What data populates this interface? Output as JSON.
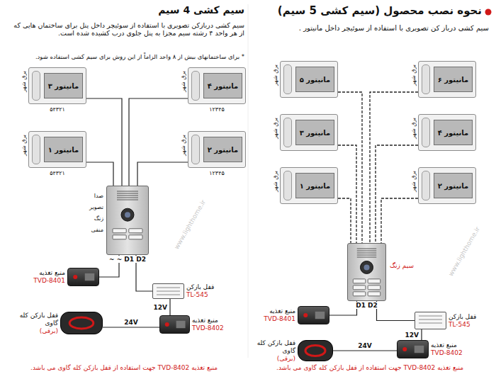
{
  "diagram": {
    "title": "نحوه نصب محصول (سیم کشی 5 سیم)",
    "nodes": [
      {
        "text": [
          "مانیتور ۶",
          "برق شهر"
        ]
      },
      {
        "text": [
          "مانیتور ۵",
          "برق شهر"
        ]
      },
      {
        "text": [
          "مانیتور ۴",
          "برق شهر"
        ]
      },
      {
        "text": [
          "مانیتور ۳",
          "برق شهر"
        ]
      },
      {
        "text": [
          "مانیتور ۲",
          "برق شهر"
        ]
      },
      {
        "text": [
          "مانیتور ۱",
          "برق شهر"
        ]
      },
      {
        "text": [
          "D1 D2"
        ]
      },
      {
        "text": [
          "منبع تغذیه",
          "TVD-8401"
        ]
      },
      {
        "text": [
          "قفل بازکن",
          "TL-545"
        ]
      },
      {
        "text": [
          "قفل بازکن کله گاوی",
          "(برقی)"
        ]
      },
      {
        "text": [
          "منبع تغذیه",
          "TVD-8402"
        ]
      },
      {
        "text": [
          "مانیتور ۴",
          "برق شهر"
        ]
      },
      {
        "text": [
          "مانیتور ۳",
          "برق شهر"
        ]
      },
      {
        "text": [
          "مانیتور ۲",
          "برق شهر"
        ]
      },
      {
        "text": [
          "مانیتور ۱",
          "برق شهر"
        ]
      },
      {
        "text": [
          "~ ~ D1 D2"
        ]
      },
      {
        "text": [
          "منبع تغذیه",
          "TVD-8401"
        ]
      },
      {
        "text": [
          "قفل بازکن",
          "TL-545"
        ]
      },
      {
        "text": [
          "قفل بازکن کله گاوی",
          "(برقی)"
        ]
      },
      {
        "text": [
          "منبع تغذیه",
          "TVD-8402"
        ]
      }
    ],
    "edges": [
      {
        "from": 0,
        "to": 6,
        "arrow": "none"
      },
      {
        "from": 1,
        "to": 6,
        "arrow": "none"
      },
      {
        "from": 2,
        "to": 6,
        "arrow": "none"
      },
      {
        "from": 3,
        "to": 6,
        "arrow": "none"
      },
      {
        "from": 4,
        "to": 6,
        "arrow": "none"
      },
      {
        "from": 5,
        "to": 6,
        "arrow": "none"
      },
      {
        "from": 6,
        "to": 7,
        "arrow": "none"
      },
      {
        "from": 6,
        "to": 8,
        "arrow": "none"
      },
      {
        "from": 10,
        "to": 8,
        "label": "12V",
        "arrow": "none"
      },
      {
        "from": 10,
        "to": 9,
        "label": "24V",
        "arrow": "none"
      },
      {
        "from": 11,
        "to": 15,
        "arrow": "none"
      },
      {
        "from": 12,
        "to": 15,
        "arrow": "none"
      },
      {
        "from": 13,
        "to": 15,
        "arrow": "none"
      },
      {
        "from": 14,
        "to": 15,
        "arrow": "none"
      },
      {
        "from": 15,
        "to": 16,
        "arrow": "none"
      },
      {
        "from": 15,
        "to": 17,
        "arrow": "none"
      },
      {
        "from": 19,
        "to": 17,
        "label": "12V",
        "arrow": "none"
      },
      {
        "from": 19,
        "to": 18,
        "label": "24V",
        "arrow": "none"
      }
    ],
    "labels": [
      "سیم کشی درباز کن تصویری با استفاده از سوئیچر داخل مانیتور .",
      "سیم زنگ",
      "منبع تغذیه TVD-8402 جهت استفاده از قفل بازکن کله گاوی می باشد.",
      "سیم کشی 4 سیم",
      "سیم کشی دربازکن تصویری با استفاده از سوئیچر داخل پنل برای ساختمان هایی که از هر واحد ۴ رشته سیم مجزا به پنل جلوی درب کشیده شده است.",
      "* برای ساختمانهای بیش از ۸ واحد الزاماً از این روش برای سیم کشی استفاده شود.",
      "۵۴۳۲۱",
      "۱۲۳۴۵",
      "۵۴۳۲۱",
      "۱۲۳۴۵",
      "صدا",
      "تصویر",
      "زنگ",
      "منفی",
      "منبع تغذیه TVD-8402 جهت استفاده از قفل بازکن کله گاوی می باشد.",
      "www.lighthome.ir",
      "www.lighthome.ir"
    ]
  }
}
